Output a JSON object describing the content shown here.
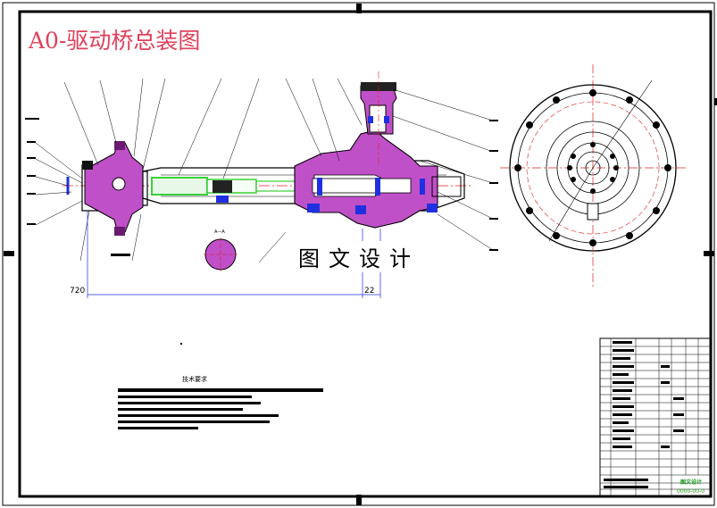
{
  "drawing": {
    "title": "A0-驱动桥总装图",
    "watermark": "图文设计",
    "dimension_overall": "720",
    "dimension_small": "22",
    "section_label": "A—A",
    "technical_requirements_title": "技术要求",
    "stamp_text": "图文设计",
    "stamp_code": "0000-00-0"
  },
  "colors": {
    "title": "#e0405a",
    "part_fill": "#c050c8",
    "part_dark": "#6a1a70",
    "shaft_green": "#39d039",
    "centerline_red": "#e02020",
    "highlight_blue": "#2030e0",
    "stamp_green": "#1a9a1a"
  }
}
